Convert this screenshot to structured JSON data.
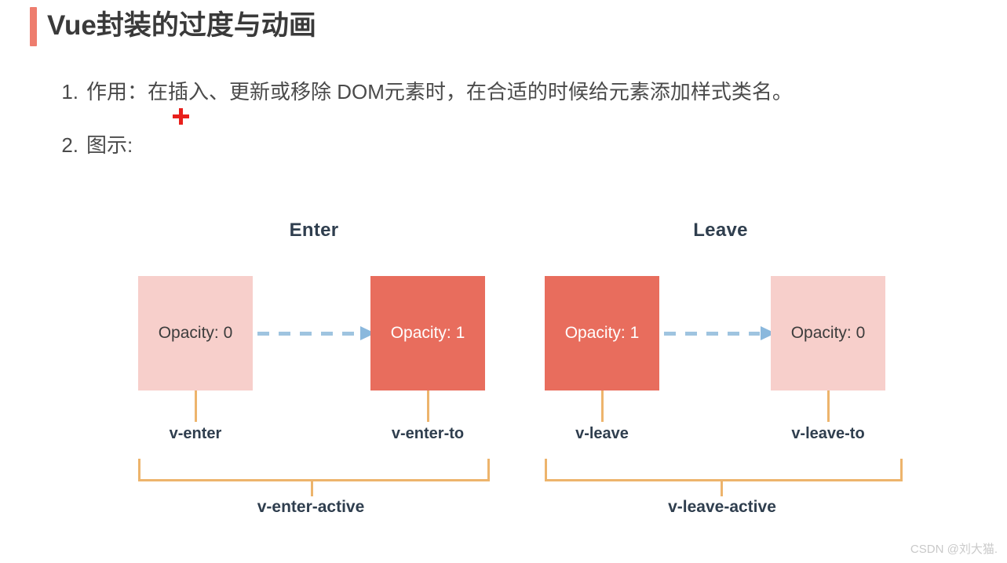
{
  "header": {
    "title": "Vue封装的过度与动画",
    "accent_color": "#ee7d6e"
  },
  "content": {
    "items": [
      {
        "marker": "1.",
        "text": "作用：在插入、更新或移除 DOM元素时，在合适的时候给元素添加样式类名。"
      },
      {
        "marker": "2.",
        "text": "图示:"
      }
    ]
  },
  "cursor": {
    "type": "plus-crosshair",
    "color": "#e8201c"
  },
  "diagram": {
    "colors": {
      "box_light": "#f7cfcb",
      "box_solid": "#e86d5d",
      "arrow": "#9fc4e0",
      "bracket": "#edb46c",
      "text_dark": "#2f3e4e"
    },
    "panels": [
      {
        "title": "Enter",
        "from_box": {
          "text": "Opacity: 0",
          "style": "light"
        },
        "to_box": {
          "text": "Opacity: 1",
          "style": "solid"
        },
        "from_label": "v-enter",
        "to_label": "v-enter-to",
        "active_label": "v-enter-active"
      },
      {
        "title": "Leave",
        "from_box": {
          "text": "Opacity: 1",
          "style": "solid"
        },
        "to_box": {
          "text": "Opacity: 0",
          "style": "light"
        },
        "from_label": "v-leave",
        "to_label": "v-leave-to",
        "active_label": "v-leave-active"
      }
    ]
  },
  "watermark": {
    "text": "CSDN @刘大猫."
  }
}
